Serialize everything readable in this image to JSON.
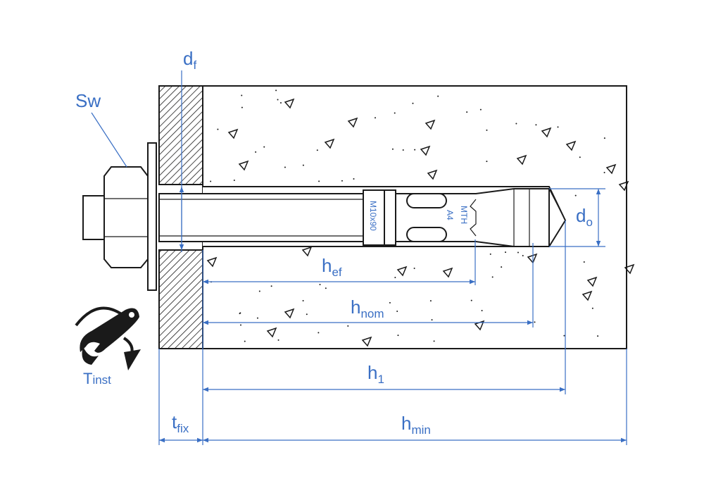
{
  "labels": {
    "sw": "Sw",
    "d_f": {
      "main": "d",
      "sub": "f"
    },
    "d_o": {
      "main": "d",
      "sub": "o"
    },
    "h_ef": {
      "main": "h",
      "sub": "ef"
    },
    "h_nom": {
      "main": "h",
      "sub": "nom"
    },
    "h_1": {
      "main": "h",
      "sub": "1"
    },
    "h_min": {
      "main": "h",
      "sub": "min"
    },
    "t_fix": {
      "main": "t",
      "sub": "fix"
    },
    "t_inst": {
      "main": "T",
      "sub": "inst"
    }
  },
  "anchor_marking": {
    "size": "M10x90",
    "brand": "MTH",
    "material": "A4"
  },
  "colors": {
    "dimension": "#3a6fc4",
    "outline": "#1a1a1a"
  }
}
